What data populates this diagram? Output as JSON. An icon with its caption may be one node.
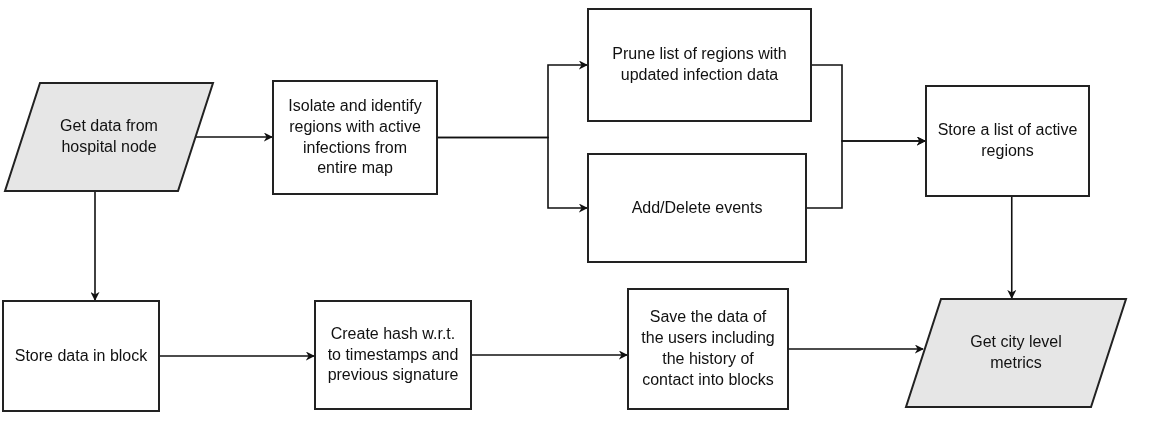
{
  "diagram": {
    "nodes": [
      {
        "text": [
          "Get data from hospital node"
        ]
      },
      {
        "text": [
          "Isolate and identify regions with active infections from entire map"
        ]
      },
      {
        "text": [
          "Prune list of regions with updated infection data"
        ]
      },
      {
        "text": [
          "Add/Delete events"
        ]
      },
      {
        "text": [
          "Store a list of active regions"
        ]
      },
      {
        "text": [
          "Store data in block"
        ]
      },
      {
        "text": [
          "Create hash w.r.t. to timestamps and previous signature"
        ]
      },
      {
        "text": [
          "Save the data of the users including the history of contact into blocks"
        ]
      },
      {
        "text": [
          "Get city level metrics"
        ]
      }
    ],
    "edges": [
      {
        "from": 0,
        "to": 1,
        "arrow": "to"
      },
      {
        "from": 1,
        "to": 2,
        "arrow": "to"
      },
      {
        "from": 1,
        "to": 3,
        "arrow": "to"
      },
      {
        "from": 2,
        "to": 4,
        "arrow": "to"
      },
      {
        "from": 3,
        "to": 4,
        "arrow": "to"
      },
      {
        "from": 0,
        "to": 5,
        "arrow": "to"
      },
      {
        "from": 5,
        "to": 6,
        "arrow": "to"
      },
      {
        "from": 6,
        "to": 7,
        "arrow": "to"
      },
      {
        "from": 7,
        "to": 8,
        "arrow": "to"
      },
      {
        "from": 4,
        "to": 8,
        "arrow": "to"
      }
    ]
  }
}
